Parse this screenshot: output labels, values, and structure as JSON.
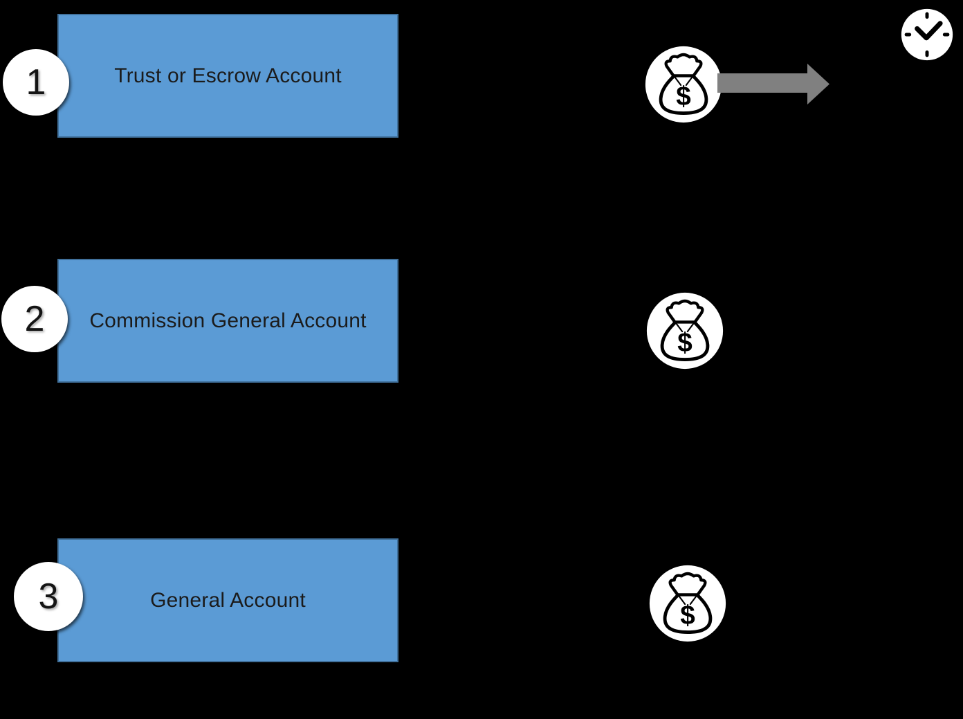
{
  "diagram": {
    "steps": [
      {
        "number": "1",
        "label": "Trust or Escrow Account"
      },
      {
        "number": "2",
        "label": "Commission General Account"
      },
      {
        "number": "3",
        "label": "General Account"
      }
    ],
    "icons": {
      "money_bag": {
        "symbol": "$"
      },
      "clock": {
        "description": "clock with check-shaped hands"
      },
      "arrow": {
        "direction": "right"
      }
    },
    "colors": {
      "background": "#000000",
      "box_fill": "#5B9BD5",
      "box_border": "#41719C",
      "box_text": "#1B1B1B",
      "arrow_gray": "#808080",
      "icon_fill": "#FFFFFF",
      "icon_stroke": "#000000"
    }
  }
}
